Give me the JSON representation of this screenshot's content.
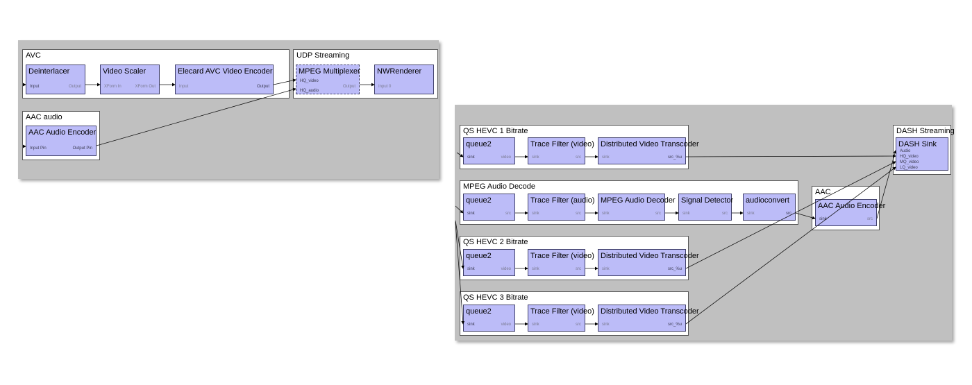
{
  "groups": {
    "avc": "AVC",
    "aac_audio": "AAC audio",
    "udp": "UDP Streaming",
    "qs1": "QS HEVC 1 Bitrate",
    "mpeg_audio": "MPEG Audio Decode",
    "qs2": "QS HEVC 2 Bitrate",
    "qs3": "QS HEVC 3 Bitrate",
    "aac": "AAC",
    "dash": "DASH Streaming"
  },
  "nodes": {
    "deinterlacer": {
      "title": "Deinterlacer",
      "in": "Input",
      "out": "Output"
    },
    "video_scaler": {
      "title": "Video Scaler",
      "in": "XForm In",
      "out": "XForm Out"
    },
    "avc_encoder": {
      "title": "Elecard AVC Video Encoder",
      "in": "Input",
      "out": "Output"
    },
    "aac_audio_encoder_1": {
      "title": "AAC Audio Encoder",
      "in": "Input Pin",
      "out": "Output Pin"
    },
    "mpeg_mux": {
      "title": "MPEG Multiplexer",
      "in1": "HQ_video",
      "in2": "HQ_audio",
      "out": "Output"
    },
    "nwrenderer": {
      "title": "NWRenderer",
      "in": "Input 0"
    },
    "q1_queue": {
      "title": "queue2",
      "in": "sink",
      "out": "video"
    },
    "q1_trace": {
      "title": "Trace Filter (video)",
      "in": "sink",
      "out": "src"
    },
    "q1_transcoder": {
      "title": "Distributed Video Transcoder",
      "in": "sink",
      "out": "src_%u"
    },
    "ma_queue": {
      "title": "queue2",
      "in": "sink",
      "out": "src"
    },
    "ma_trace": {
      "title": "Trace Filter (audio)",
      "in": "sink",
      "out": "src"
    },
    "ma_decoder": {
      "title": "MPEG Audio Decoder",
      "in": "sink",
      "out": "src"
    },
    "ma_detector": {
      "title": "Signal Detector",
      "in": "sink",
      "out": "src"
    },
    "ma_convert": {
      "title": "audioconvert",
      "in": "sink",
      "out": "src"
    },
    "q2_queue": {
      "title": "queue2",
      "in": "sink",
      "out": "video"
    },
    "q2_trace": {
      "title": "Trace Filter (video)",
      "in": "sink",
      "out": "src"
    },
    "q2_transcoder": {
      "title": "Distributed Video Transcoder",
      "in": "sink",
      "out": "src_%u"
    },
    "q3_queue": {
      "title": "queue2",
      "in": "sink",
      "out": "video"
    },
    "q3_trace": {
      "title": "Trace Filter (video)",
      "in": "sink",
      "out": "src"
    },
    "q3_transcoder": {
      "title": "Distributed Video Transcoder",
      "in": "sink",
      "out": "src_%u"
    },
    "aac_encoder_2": {
      "title": "AAC Audio Encoder",
      "in": "sink",
      "out": "src"
    },
    "dash_sink": {
      "title": "DASH Sink",
      "in1": "Audio",
      "in2": "HQ_video",
      "in3": "MQ_video",
      "in4": "LQ_video"
    }
  }
}
